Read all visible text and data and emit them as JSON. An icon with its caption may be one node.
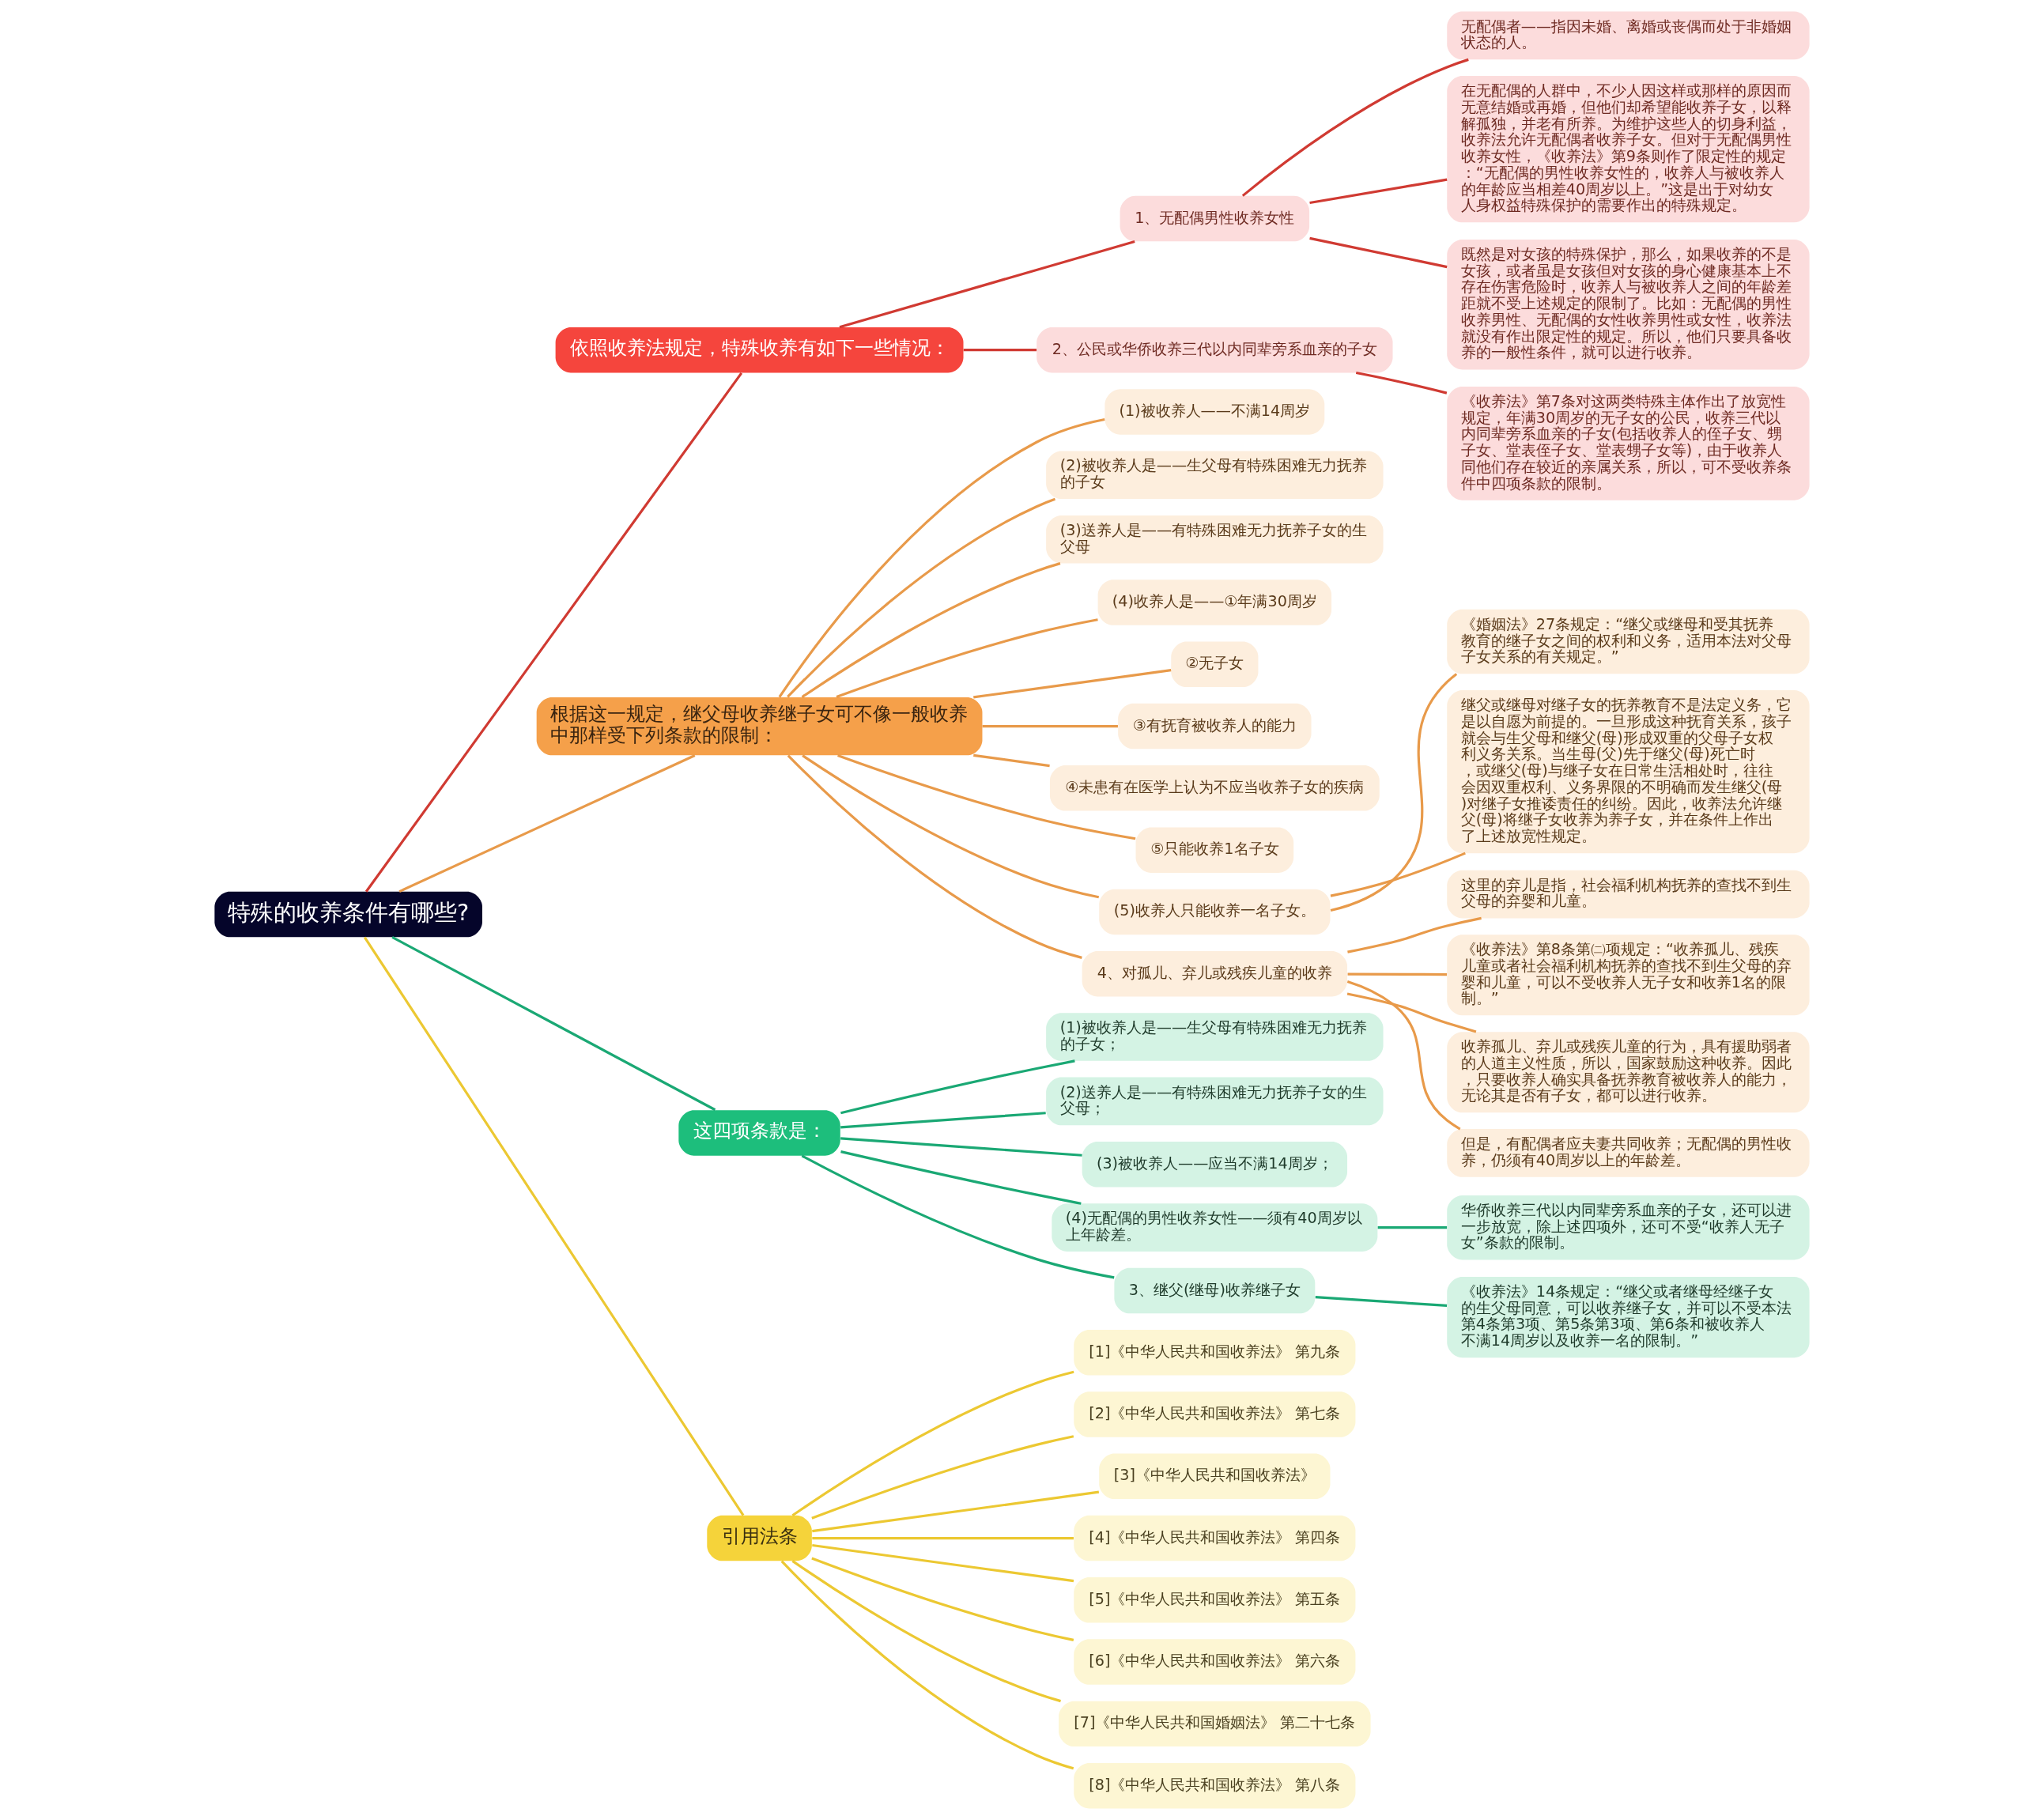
{
  "diagram": {
    "nodes": [
      {
        "text": [
          "特殊的收养条件有哪些?"
        ]
      },
      {
        "text": [
          "依照收养法规定，特殊收养有如下一些情况："
        ]
      },
      {
        "text": [
          "1、无配偶男性收养女性"
        ]
      },
      {
        "text": [
          "无配偶者——指因未婚、离婚或丧偶而处于非婚姻状态的人。"
        ]
      },
      {
        "text": [
          "在无配偶的人群中，不少人因这样或那样的原因而无意结婚或再婚，但他们却希望能收养子女，以释解孤独，并老有所养。为维护这些人的切身利益，收养法允许无配偶者收养子女。但对于无配偶男性收养女性，《收养法》第9条则作了限定性的规定：“无配偶的男性收养女性的，收养人与被收养人的年龄应当相差40周岁以上。”这是出于对幼女人身权益特殊保护的需要作出的特殊规定。"
        ]
      },
      {
        "text": [
          "既然是对女孩的特殊保护，那么，如果收养的不是女孩，或者虽是女孩但对女孩的身心健康基本上不存在伤害危险时，收养人与被收养人之间的年龄差距就不受上述规定的限制了。比如：无配偶的男性收养男性、无配偶的女性收养男性或女性，收养法就没有作出限定性的规定。所以，他们只要具备收养的一般性条件，就可以进行收养。"
        ]
      },
      {
        "text": [
          "2、公民或华侨收养三代以内同辈旁系血亲的子女"
        ]
      },
      {
        "text": [
          "《收养法》第7条对这两类特殊主体作出了放宽性规定，年满30周岁的无子女的公民，收养三代以内同辈旁系血亲的子女(包括收养人的侄子女、甥子女、堂表侄子女、堂表甥子女等)，由于收养人同他们存在较近的亲属关系，所以，可不受收养条件中四项条款的限制。"
        ]
      },
      {
        "text": [
          "根据这一规定，继父母收养继子女可不像一般收养中那样受下列条款的限制："
        ]
      },
      {
        "text": [
          "(1)被收养人——不满14周岁"
        ]
      },
      {
        "text": [
          "(2)被收养人是——生父母有特殊困难无力抚养的子女"
        ]
      },
      {
        "text": [
          "(3)送养人是——有特殊困难无力抚养子女的生父母"
        ]
      },
      {
        "text": [
          "(4)收养人是——①年满30周岁"
        ]
      },
      {
        "text": [
          "②无子女"
        ]
      },
      {
        "text": [
          "③有抚育被收养人的能力"
        ]
      },
      {
        "text": [
          "④未患有在医学上认为不应当收养子女的疾病"
        ]
      },
      {
        "text": [
          "⑤只能收养1名子女"
        ]
      },
      {
        "text": [
          "(5)收养人只能收养一名子女。"
        ]
      },
      {
        "text": [
          "《婚姻法》27条规定：“继父或继母和受其抚养教育的继子女之间的权利和义务，适用本法对父母子女关系的有关规定。”"
        ]
      },
      {
        "text": [
          "继父或继母对继子女的抚养教育不是法定义务，它是以自愿为前提的。一旦形成这种抚育关系，孩子就会与生父母和继父(母)形成双重的父母子女权利义务关系。当生母(父)先于继父(母)死亡时，或继父(母)与继子女在日常生活相处时，往往会因双重权利、义务界限的不明确而发生继父(母)对继子女推诿责任的纠纷。因此，收养法允许继父(母)将继子女收养为养子女，并在条件上作出了上述放宽性规定。"
        ]
      },
      {
        "text": [
          "4、对孤儿、弃儿或残疾儿童的收养"
        ]
      },
      {
        "text": [
          "这里的弃儿是指，社会福利机构抚养的查找不到生父母的弃婴和儿童。"
        ]
      },
      {
        "text": [
          "《收养法》第8条第㈡项规定：“收养孤儿、残疾儿童或者社会福利机构抚养的查找不到生父母的弃婴和儿童，可以不受收养人无子女和收养1名的限制。”"
        ]
      },
      {
        "text": [
          "收养孤儿、弃儿或残疾儿童的行为，具有援助弱者的人道主义性质，所以，国家鼓励这种收养。因此，只要收养人确实具备抚养教育被收养人的能力，无论其是否有子女，都可以进行收养。"
        ]
      },
      {
        "text": [
          "但是，有配偶者应夫妻共同收养；无配偶的男性收养，仍须有40周岁以上的年龄差。"
        ]
      },
      {
        "text": [
          "这四项条款是："
        ]
      },
      {
        "text": [
          "(1)被收养人是——生父母有特殊困难无力抚养的子女；"
        ]
      },
      {
        "text": [
          "(2)送养人是——有特殊困难无力抚养子女的生父母；"
        ]
      },
      {
        "text": [
          "(3)被收养人——应当不满14周岁；"
        ]
      },
      {
        "text": [
          "(4)无配偶的男性收养女性——须有40周岁以上年龄差。"
        ]
      },
      {
        "text": [
          "华侨收养三代以内同辈旁系血亲的子女，还可以进一步放宽，除上述四项外，还可不受“收养人无子女”条款的限制。"
        ]
      },
      {
        "text": [
          "3、继父(继母)收养继子女"
        ]
      },
      {
        "text": [
          "《收养法》14条规定：“继父或者继母经继子女的生父母同意，可以收养继子女，并可以不受本法第4条第3项、第5条第3项、第6条和被收养人不满14周岁以及收养一名的限制。”"
        ]
      },
      {
        "text": [
          "引用法条"
        ]
      },
      {
        "text": [
          "[1]《中华人民共和国收养法》 第九条"
        ]
      },
      {
        "text": [
          "[2]《中华人民共和国收养法》 第七条"
        ]
      },
      {
        "text": [
          "[3]《中华人民共和国收养法》"
        ]
      },
      {
        "text": [
          "[4]《中华人民共和国收养法》 第四条"
        ]
      },
      {
        "text": [
          "[5]《中华人民共和国收养法》 第五条"
        ]
      },
      {
        "text": [
          "[6]《中华人民共和国收养法》 第六条"
        ]
      },
      {
        "text": [
          "[7]《中华人民共和国婚姻法》 第二十七条"
        ]
      },
      {
        "text": [
          "[8]《中华人民共和国收养法》 第八条"
        ]
      }
    ],
    "edges": [
      {
        "from": 0,
        "to": 1,
        "arrow": "none",
        "color": "#d03a32"
      },
      {
        "from": 1,
        "to": 2,
        "arrow": "none",
        "color": "#d03a32"
      },
      {
        "from": 2,
        "to": 3,
        "arrow": "none",
        "color": "#d03a32"
      },
      {
        "from": 2,
        "to": 4,
        "arrow": "none",
        "color": "#d03a32"
      },
      {
        "from": 2,
        "to": 5,
        "arrow": "none",
        "color": "#d03a32"
      },
      {
        "from": 1,
        "to": 6,
        "arrow": "none",
        "color": "#d03a32"
      },
      {
        "from": 6,
        "to": 7,
        "arrow": "none",
        "color": "#d03a32"
      },
      {
        "from": 0,
        "to": 8,
        "arrow": "none"
      },
      {
        "from": 8,
        "to": 9,
        "arrow": "none"
      },
      {
        "from": 8,
        "to": 10,
        "arrow": "none"
      },
      {
        "from": 8,
        "to": 11,
        "arrow": "none"
      },
      {
        "from": 8,
        "to": 12,
        "arrow": "none"
      },
      {
        "from": 8,
        "to": 13,
        "arrow": "none"
      },
      {
        "from": 8,
        "to": 14,
        "arrow": "none"
      },
      {
        "from": 8,
        "to": 15,
        "arrow": "none"
      },
      {
        "from": 8,
        "to": 16,
        "arrow": "none"
      },
      {
        "from": 8,
        "to": 17,
        "arrow": "none"
      },
      {
        "from": 17,
        "to": 18,
        "arrow": "none"
      },
      {
        "from": 17,
        "to": 19,
        "arrow": "none"
      },
      {
        "from": 8,
        "to": 20,
        "arrow": "none"
      },
      {
        "from": 20,
        "to": 21,
        "arrow": "none"
      },
      {
        "from": 20,
        "to": 22,
        "arrow": "none"
      },
      {
        "from": 20,
        "to": 23,
        "arrow": "none"
      },
      {
        "from": 20,
        "to": 24,
        "arrow": "none"
      },
      {
        "from": 0,
        "to": 25,
        "arrow": "none",
        "color": "#1aa874"
      },
      {
        "from": 25,
        "to": 26,
        "arrow": "none",
        "color": "#1aa874"
      },
      {
        "from": 25,
        "to": 27,
        "arrow": "none",
        "color": "#1aa874"
      },
      {
        "from": 25,
        "to": 28,
        "arrow": "none",
        "color": "#1aa874"
      },
      {
        "from": 25,
        "to": 29,
        "arrow": "none",
        "color": "#1aa874"
      },
      {
        "from": 29,
        "to": 30,
        "arrow": "none",
        "color": "#1aa874"
      },
      {
        "from": 25,
        "to": 31,
        "arrow": "none",
        "color": "#1aa874"
      },
      {
        "from": 31,
        "to": 32,
        "arrow": "none",
        "color": "#1aa874"
      },
      {
        "from": 0,
        "to": 33,
        "arrow": "none",
        "color": "#ecc832"
      },
      {
        "from": 33,
        "to": 34,
        "arrow": "none",
        "color": "#ecc832"
      },
      {
        "from": 33,
        "to": 35,
        "arrow": "none",
        "color": "#ecc832"
      },
      {
        "from": 33,
        "to": 36,
        "arrow": "none",
        "color": "#ecc832"
      },
      {
        "from": 33,
        "to": 37,
        "arrow": "none",
        "color": "#ecc832"
      },
      {
        "from": 33,
        "to": 38,
        "arrow": "none",
        "color": "#ecc832"
      },
      {
        "from": 33,
        "to": 39,
        "arrow": "none",
        "color": "#ecc832"
      },
      {
        "from": 33,
        "to": 40,
        "arrow": "none",
        "color": "#ecc832"
      },
      {
        "from": 33,
        "to": 41,
        "arrow": "none",
        "color": "#ecc832"
      }
    ]
  }
}
